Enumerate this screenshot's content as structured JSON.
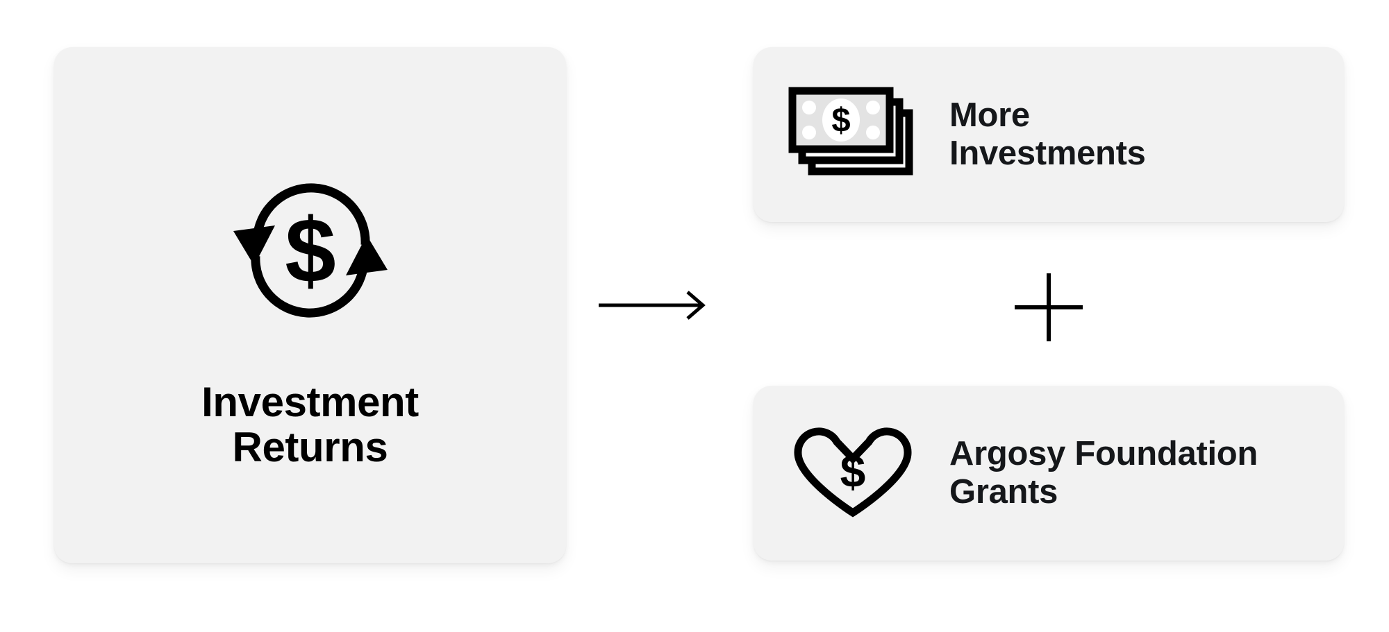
{
  "diagram": {
    "background_color": "#ffffff",
    "card_color": "#f2f2f2",
    "ink_color": "#000000",
    "source": {
      "title_line_1": "Investment",
      "title_line_2": "Returns",
      "title_full": "Investment Returns",
      "icon": "cycle-dollar-icon"
    },
    "connector": {
      "arrow_label": "leads to",
      "arrow_icon": "right-arrow-icon",
      "plus_label": "plus",
      "plus_icon": "plus-icon"
    },
    "outcomes": [
      {
        "id": "more-investments",
        "title_line_1": "More",
        "title_line_2": "Investments",
        "title_full": "More Investments",
        "icon": "money-stack-icon"
      },
      {
        "id": "argosy-grants",
        "title_line_1": "Argosy Foundation",
        "title_line_2": "Grants",
        "title_full": "Argosy Foundation Grants",
        "icon": "heart-dollar-icon"
      }
    ]
  }
}
